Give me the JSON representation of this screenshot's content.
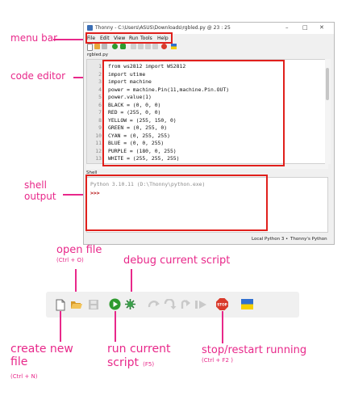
{
  "annotations": {
    "menu_bar": "menu bar",
    "code_editor": "code editor",
    "shell_output_line1": "shell",
    "shell_output_line2": "output",
    "open_file": "open file",
    "open_file_shortcut": "(Ctrl + O)",
    "debug_script": "debug current script",
    "create_new_file_line1": "create new",
    "create_new_file_line2": "file",
    "create_new_file_shortcut": "(Ctrl + N)",
    "run_script_line1": "run current",
    "run_script_line2": "script",
    "run_script_shortcut": "(F5)",
    "stop_restart": "stop/restart running",
    "stop_restart_shortcut": "(Ctrl + F2 )"
  },
  "window": {
    "title": "Thonny  -  C:\\Users\\ASUS\\Downloads\\rgbled.py  @  23 : 25",
    "minimize": "–",
    "maximize": "□",
    "close": "✕",
    "menu": [
      "File",
      "Edit",
      "View",
      "Run",
      "Tools",
      "Help"
    ],
    "tab": "rgbled.py",
    "shell_tab": "Shell",
    "status_interpreter": "Local Python 3",
    "status_app": "Thonny's Python"
  },
  "editor": {
    "line_numbers": [
      "1",
      "2",
      "3",
      "4",
      "5",
      "6",
      "7",
      "8",
      "9",
      "10",
      "11",
      "12",
      "13"
    ],
    "lines": [
      "from ws2812 import WS2812",
      "import utime",
      "import machine",
      "power = machine.Pin(11,machine.Pin.OUT)",
      "power.value(1)",
      "BLACK = (0, 0, 0)",
      "RED = (255, 0, 0)",
      "YELLOW = (255, 150, 0)",
      "GREEN = (0, 255, 0)",
      "CYAN = (0, 255, 255)",
      "BLUE = (0, 0, 255)",
      "PURPLE = (180, 0, 255)",
      "WHITE = (255, 255, 255)"
    ]
  },
  "shell": {
    "banner": "Python 3.10.11 (D:\\Thonny\\python.exe)",
    "prompt": ">>>"
  },
  "toolbar_icons": [
    "new-file-icon",
    "open-file-icon",
    "save-icon",
    "run-icon",
    "debug-icon",
    "step-over-icon",
    "step-into-icon",
    "step-out-icon",
    "resume-icon",
    "stop-icon",
    "ukraine-flag-icon"
  ],
  "colors": {
    "annotation": "#e8288a",
    "highlight_box": "#e0201c",
    "keyword": "#0b0080",
    "number": "#b04400",
    "run_green": "#2e9a2e",
    "stop_red": "#d93a2b"
  }
}
